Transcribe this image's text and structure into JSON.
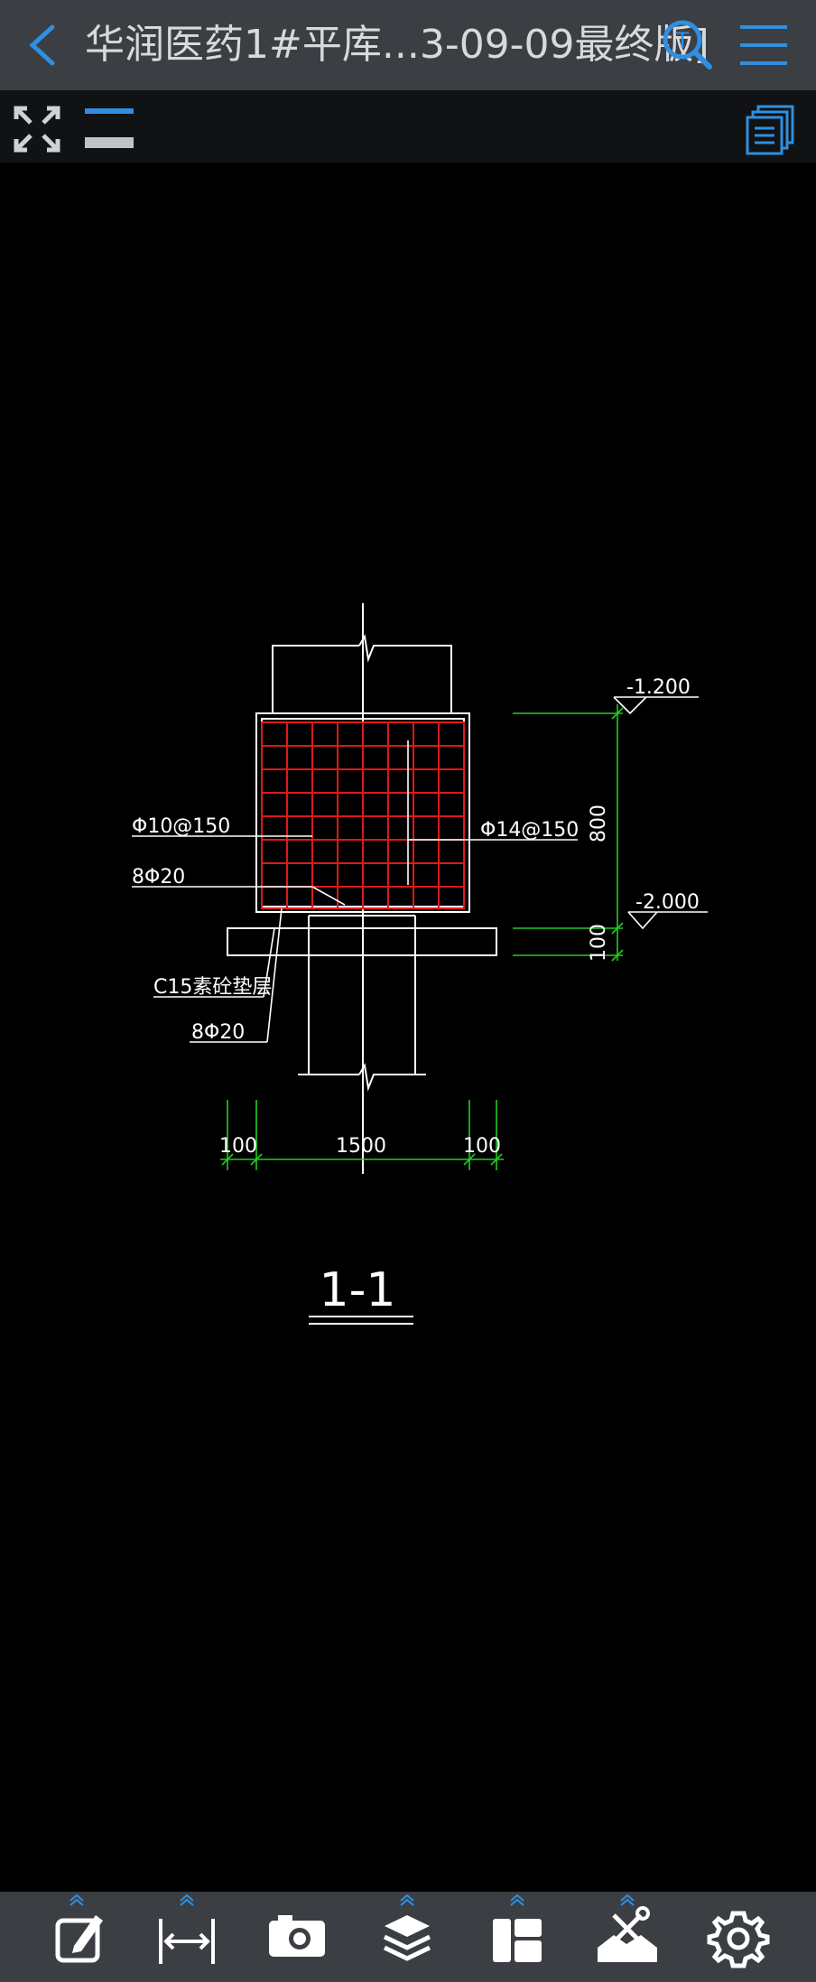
{
  "app": {
    "title": "华润医药1#平库...3-09-09最终版]"
  },
  "drawing": {
    "labels": {
      "stirrup": "Φ10@150",
      "top_bars": "8Φ20",
      "side_bars": "Φ14@150",
      "cushion": "C15素砼垫层",
      "bottom_bars": "8Φ20",
      "elev_top": "-1.200",
      "elev_bottom": "-2.000",
      "dim_height": "800",
      "dim_cushion": "100",
      "dim_left": "100",
      "dim_width": "1500",
      "dim_right": "100",
      "section_title": "1-1"
    },
    "colors": {
      "rebar": "#e01818",
      "dimension": "#22cc22",
      "line": "#ffffff"
    }
  },
  "toolbar": {
    "icons": [
      "expand-icon",
      "layer-toggle-icon",
      "pages-icon"
    ]
  },
  "bottom_toolbar": {
    "items": [
      {
        "name": "edit-icon"
      },
      {
        "name": "measure-icon"
      },
      {
        "name": "camera-icon"
      },
      {
        "name": "layers-icon"
      },
      {
        "name": "layout-icon"
      },
      {
        "name": "tools-icon"
      },
      {
        "name": "settings-icon"
      }
    ]
  }
}
